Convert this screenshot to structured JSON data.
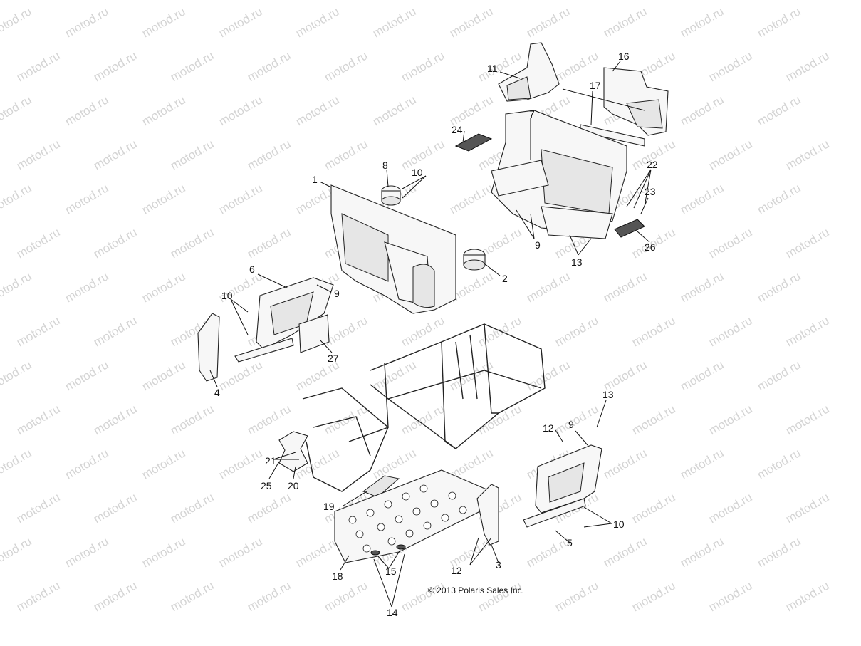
{
  "watermark_text": "motod.ru",
  "copyright": "© 2013 Polaris Sales Inc.",
  "callouts": [
    "1",
    "2",
    "3",
    "4",
    "5",
    "6",
    "7",
    "8",
    "9",
    "9",
    "9",
    "10",
    "10",
    "10",
    "11",
    "12",
    "12",
    "13",
    "13",
    "14",
    "15",
    "16",
    "17",
    "18",
    "19",
    "20",
    "21",
    "22",
    "23",
    "24",
    "25",
    "26",
    "27"
  ]
}
